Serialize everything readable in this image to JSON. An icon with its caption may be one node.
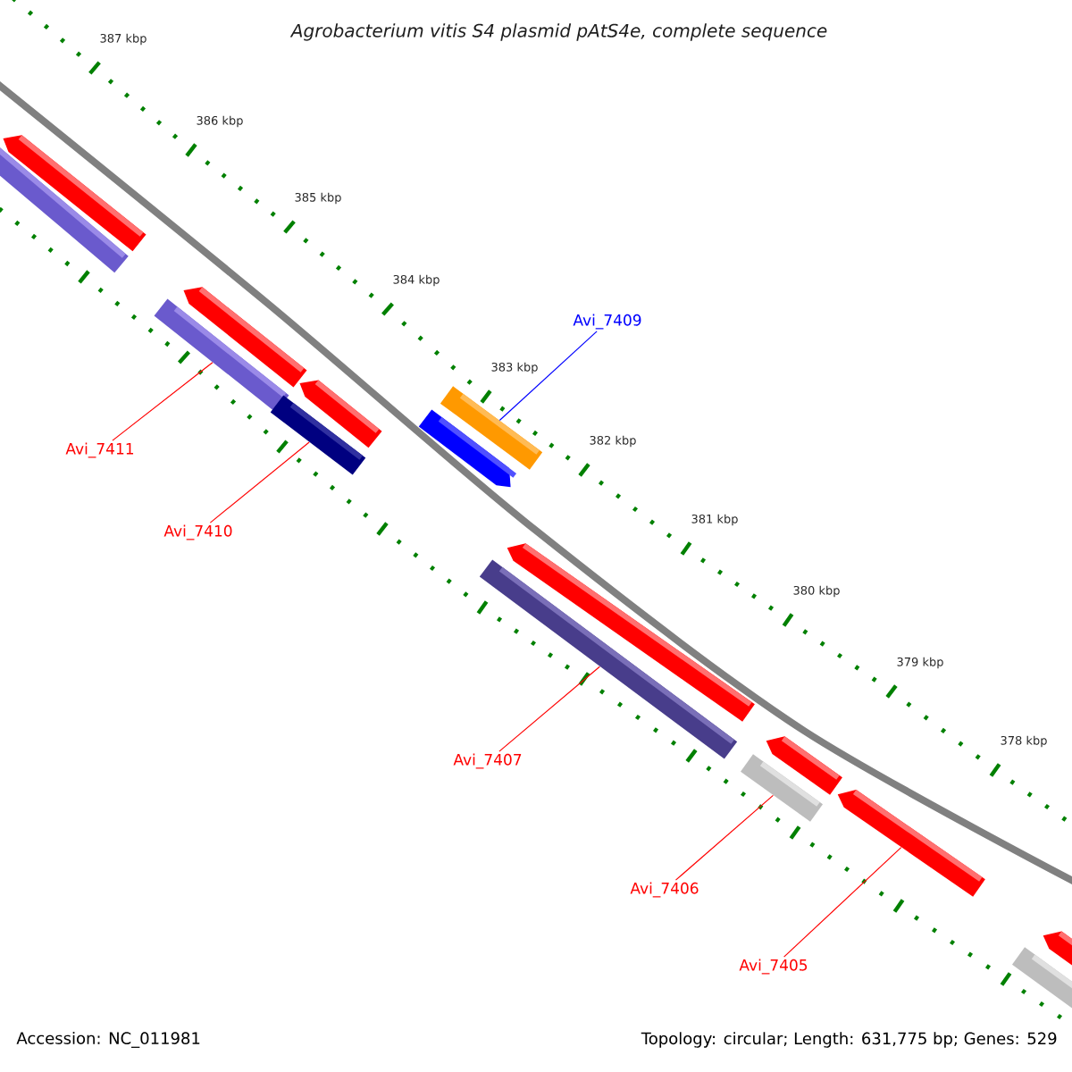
{
  "diagram": {
    "title": "Agrobacterium vitis S4 plasmid pAtS4e, complete sequence",
    "nodes": [
      {
        "text": [
          "Avi_7409"
        ]
      },
      {
        "text": [
          "Avi_7411"
        ]
      },
      {
        "text": [
          "Avi_7410"
        ]
      },
      {
        "text": [
          "Avi_7407"
        ]
      },
      {
        "text": [
          "Avi_7406"
        ]
      },
      {
        "text": [
          "Avi_7405"
        ]
      },
      {
        "text": [],
        "shape": "bar"
      },
      {
        "text": [],
        "shape": "bar"
      },
      {
        "text": [],
        "shape": "bar"
      },
      {
        "text": [],
        "shape": "bar"
      },
      {
        "text": [],
        "shape": "bar"
      },
      {
        "text": [],
        "shape": "bar"
      },
      {
        "text": [],
        "shape": "bar"
      },
      {
        "text": [],
        "shape": "bar"
      },
      {
        "text": [],
        "shape": "bar"
      },
      {
        "text": [],
        "shape": "bar"
      },
      {
        "text": [],
        "shape": "bar"
      },
      {
        "text": [],
        "shape": "bar"
      },
      {
        "text": [],
        "shape": "bar"
      },
      {
        "text": [],
        "shape": "bar"
      },
      {
        "text": [],
        "shape": "bar"
      }
    ],
    "edges": [
      {
        "from": 0,
        "to": 13,
        "arrow": "none",
        "color": "#0000ff"
      },
      {
        "from": 1,
        "to": 8,
        "arrow": "none"
      },
      {
        "from": 2,
        "to": 10,
        "arrow": "none"
      },
      {
        "from": 3,
        "to": 14,
        "arrow": "none"
      },
      {
        "from": 4,
        "to": 16,
        "arrow": "none"
      },
      {
        "from": 5,
        "to": 18,
        "arrow": "none"
      }
    ],
    "labels": [
      "387 kbp",
      "386 kbp",
      "385 kbp",
      "384 kbp",
      "383 kbp",
      "382 kbp",
      "381 kbp",
      "380 kbp",
      "379 kbp",
      "378 kbp",
      "Accession: NC_011981",
      "Topology: circular; Length: 631,775 bp; Genes: 529"
    ]
  }
}
